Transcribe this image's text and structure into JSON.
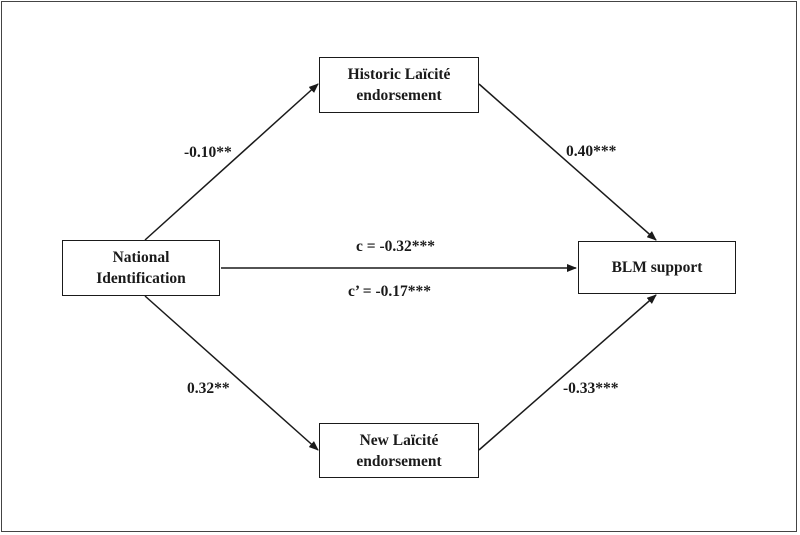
{
  "nodes": {
    "historic": {
      "line1": "Historic Laïcité",
      "line2": "endorsement"
    },
    "national": {
      "line1": "National",
      "line2": "Identification"
    },
    "blm": {
      "label": "BLM support"
    },
    "new_laicite": {
      "line1": "New Laïcité",
      "line2": "endorsement"
    }
  },
  "paths": {
    "national_to_historic": "-0.10**",
    "historic_to_blm": "0.40***",
    "total_effect": "c = -0.32***",
    "direct_effect": "c’ = -0.17***",
    "national_to_new": "0.32**",
    "new_to_blm": "-0.33***"
  },
  "colors": {
    "line": "#1a1a1a",
    "border": "#444444",
    "background": "#ffffff"
  }
}
